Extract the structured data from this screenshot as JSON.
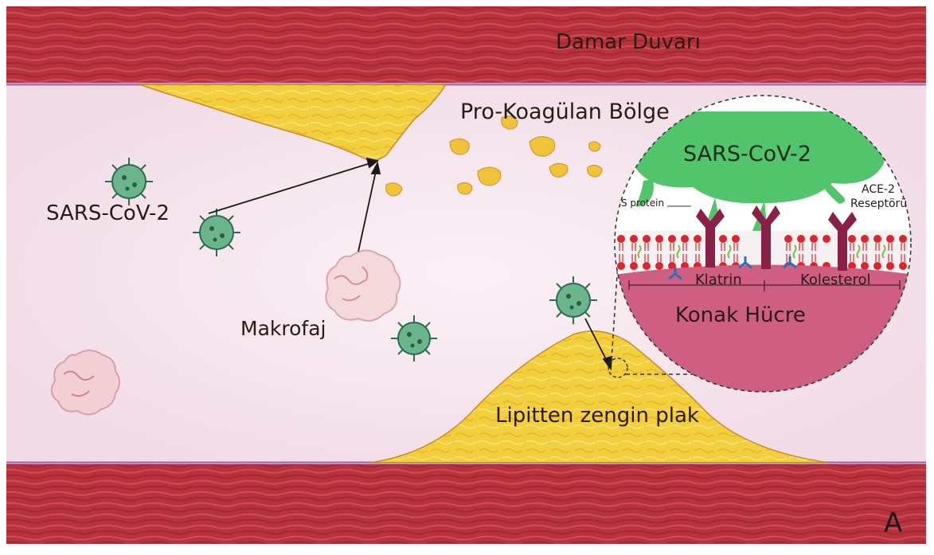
{
  "labels": {
    "wall": "Damar Duvarı",
    "procoag": "Pro-Koagülan Bölge",
    "virus_left": "SARS-CoV-2",
    "macrophage": "Makrofaj",
    "plaque": "Lipitten zengin plak",
    "virus_inset": "SARS-CoV-2",
    "s_protein": "S protein",
    "ace2": "ACE-2 Reseptörü",
    "clathrin": "Klatrin",
    "cholesterol": "Kolesterol",
    "host_cell": "Konak Hücre",
    "panel": "A"
  },
  "colors": {
    "wall": "#b8323d",
    "lumen": "#f6e6ee",
    "plaque": "#f2cf3c",
    "virus": "#5aaa80",
    "virus_inset": "#52c46b",
    "receptor": "#8a1f47",
    "host_cell": "#cf5f82",
    "clathrin": "#2f6fb5"
  }
}
